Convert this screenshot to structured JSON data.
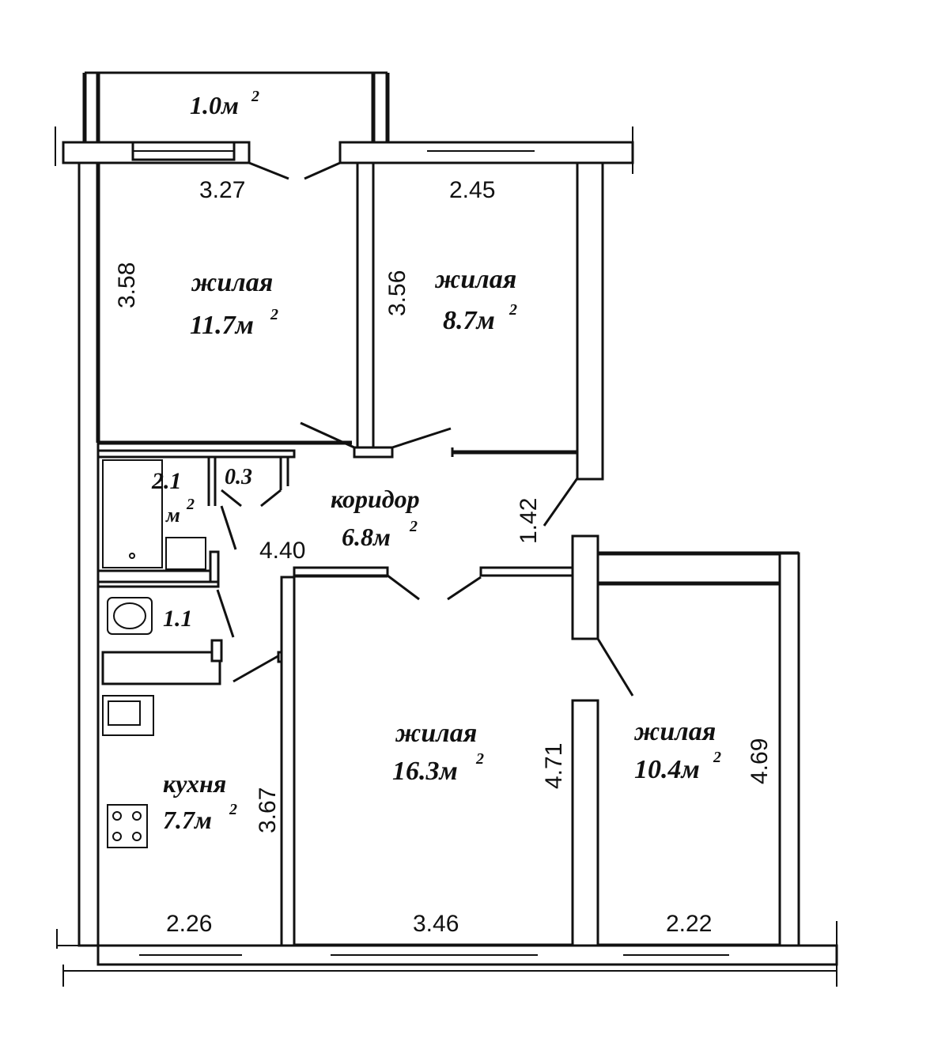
{
  "unit": "м",
  "unit_sup": "2",
  "rooms": {
    "balcony": {
      "area": "1.0"
    },
    "living_1": {
      "name": "жилая",
      "area": "11.7"
    },
    "living_2": {
      "name": "жилая",
      "area": "8.7"
    },
    "corridor": {
      "name": "коридор",
      "area": "6.8"
    },
    "bathroom": {
      "area": "2.1"
    },
    "closet": {
      "area": "0.3"
    },
    "toilet": {
      "area": "1.1"
    },
    "kitchen": {
      "name": "кухня",
      "area": "7.7"
    },
    "living_3": {
      "name": "жилая",
      "area": "16.3"
    },
    "living_4": {
      "name": "жилая",
      "area": "10.4"
    }
  },
  "dimensions": {
    "living_1_width": "3.27",
    "living_1_depth": "3.58",
    "living_2_width": "2.45",
    "living_2_depth": "3.56",
    "corridor_length": "4.40",
    "corridor_width": "1.42",
    "kitchen_width": "2.26",
    "kitchen_depth": "3.67",
    "living_3_width": "3.46",
    "living_3_depth": "4.71",
    "living_4_width": "2.22",
    "living_4_depth": "4.69"
  }
}
